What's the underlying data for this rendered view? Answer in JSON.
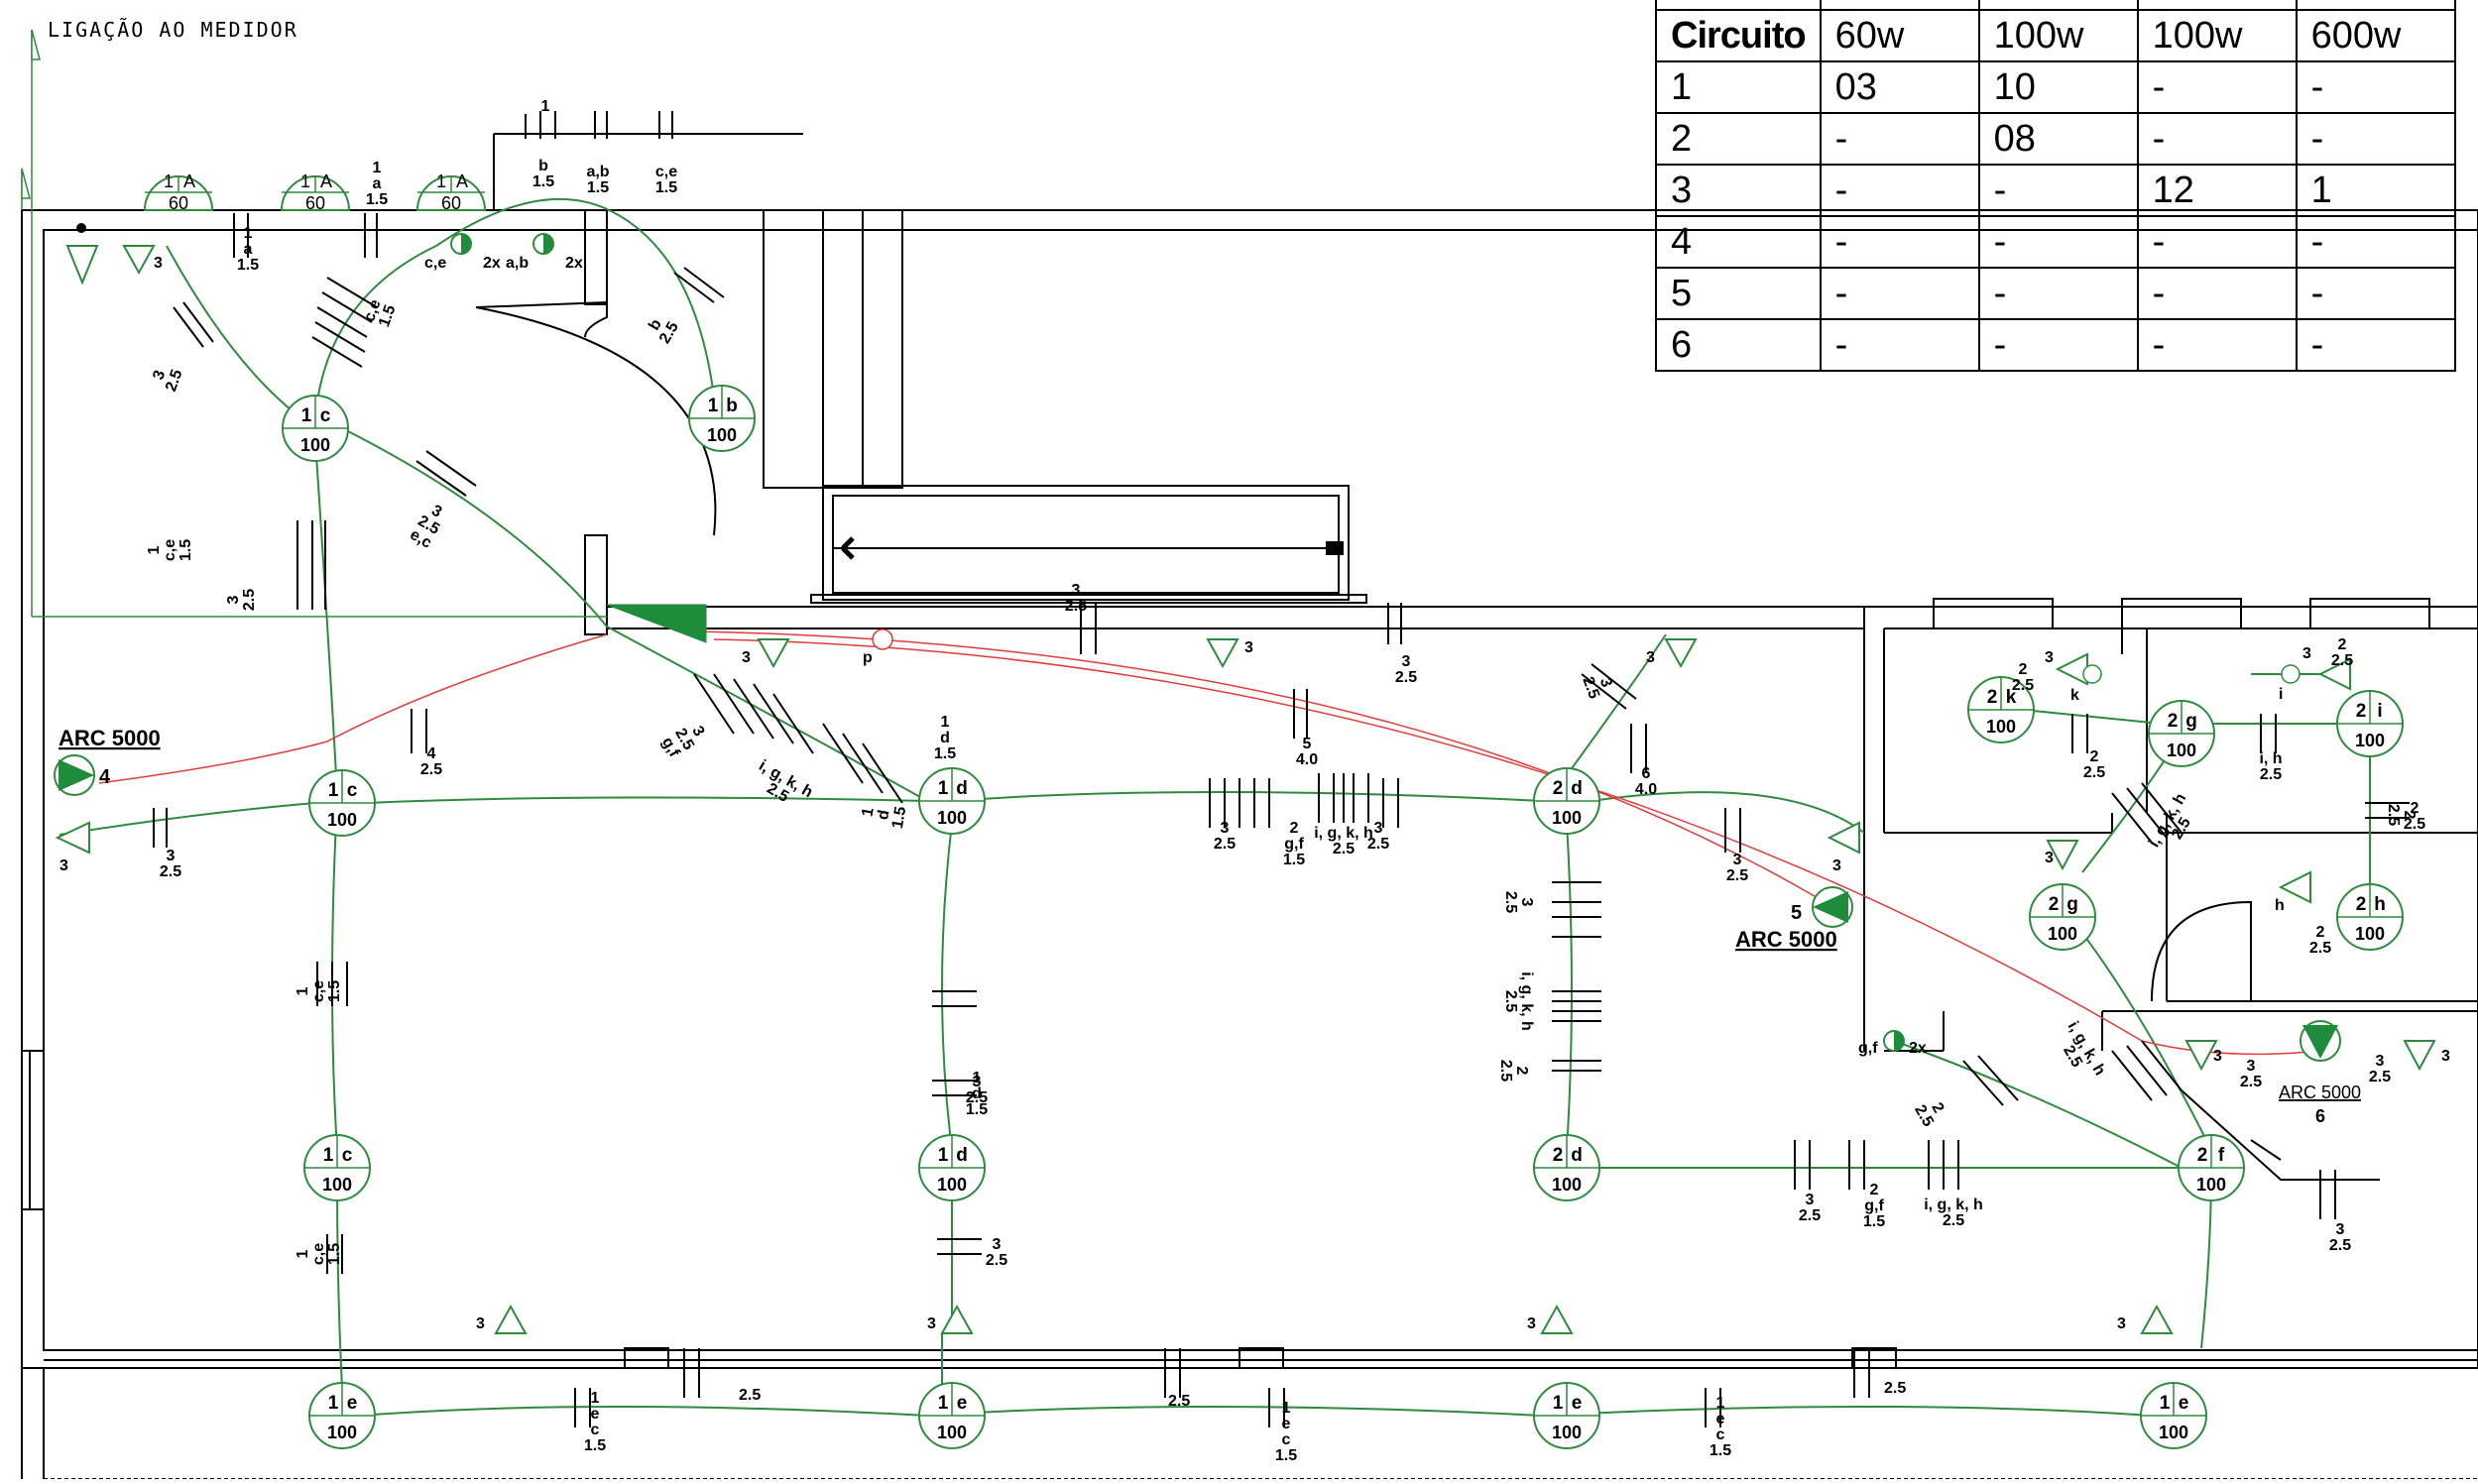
{
  "header_note": "LIGAÇÃO AO MEDIDOR",
  "table": {
    "header_label": "Circuito",
    "columns": [
      "60w",
      "100w",
      "100w",
      "600w"
    ],
    "rows": [
      {
        "circuit": "1",
        "values": [
          "03",
          "10",
          "-",
          "-"
        ]
      },
      {
        "circuit": "2",
        "values": [
          "-",
          "08",
          "-",
          "-"
        ]
      },
      {
        "circuit": "3",
        "values": [
          "-",
          "-",
          "12",
          "1"
        ]
      },
      {
        "circuit": "4",
        "values": [
          "-",
          "-",
          "-",
          "-"
        ]
      },
      {
        "circuit": "5",
        "values": [
          "-",
          "-",
          "-",
          "-"
        ]
      },
      {
        "circuit": "6",
        "values": [
          "-",
          "-",
          "-",
          "-"
        ]
      }
    ]
  },
  "wall_lamps": [
    {
      "circuit": "1",
      "switch": "A",
      "power": "60"
    },
    {
      "circuit": "1",
      "switch": "A",
      "power": "60"
    },
    {
      "circuit": "1",
      "switch": "A",
      "power": "60"
    }
  ],
  "ceiling_lamps": [
    {
      "circuit": "1",
      "switch": "c",
      "power": "100"
    },
    {
      "circuit": "1",
      "switch": "b",
      "power": "100"
    },
    {
      "circuit": "1",
      "switch": "c",
      "power": "100"
    },
    {
      "circuit": "1",
      "switch": "d",
      "power": "100"
    },
    {
      "circuit": "2",
      "switch": "d",
      "power": "100"
    },
    {
      "circuit": "1",
      "switch": "c",
      "power": "100"
    },
    {
      "circuit": "1",
      "switch": "d",
      "power": "100"
    },
    {
      "circuit": "2",
      "switch": "d",
      "power": "100"
    },
    {
      "circuit": "2",
      "switch": "k",
      "power": "100"
    },
    {
      "circuit": "2",
      "switch": "g",
      "power": "100"
    },
    {
      "circuit": "2",
      "switch": "i",
      "power": "100"
    },
    {
      "circuit": "2",
      "switch": "g",
      "power": "100"
    },
    {
      "circuit": "2",
      "switch": "h",
      "power": "100"
    },
    {
      "circuit": "2",
      "switch": "f",
      "power": "100"
    },
    {
      "circuit": "1",
      "switch": "e",
      "power": "100"
    },
    {
      "circuit": "1",
      "switch": "e",
      "power": "100"
    },
    {
      "circuit": "1",
      "switch": "e",
      "power": "100"
    },
    {
      "circuit": "1",
      "switch": "e",
      "power": "100"
    }
  ],
  "ac_units": [
    {
      "label": "ARC 5000",
      "circuit": "4"
    },
    {
      "label": "ARC 5000",
      "circuit": "5"
    },
    {
      "label": "ARC 5000",
      "circuit": "6"
    }
  ],
  "switches": [
    {
      "label": "c,e",
      "count": "2x"
    },
    {
      "label": "a,b",
      "count": "2x"
    },
    {
      "label": "g,f",
      "count": "2x"
    }
  ],
  "point_labels": {
    "p": "p",
    "k": "k",
    "i": "i",
    "h": "h"
  },
  "conduit_labels": {
    "c_a1_5": [
      "1",
      "a",
      "1.5"
    ],
    "b15": [
      "b",
      "1.5"
    ],
    "ab15": [
      "a,b",
      "1.5"
    ],
    "ce15": [
      "c,e",
      "1.5"
    ],
    "s1": "1",
    "s1a15": [
      "1",
      "a",
      "1.5"
    ],
    "s3_25": [
      "3",
      "2.5"
    ],
    "s4_25": [
      "4",
      "2.5"
    ],
    "s5_40": [
      "5",
      "4.0"
    ],
    "s6_40": [
      "6",
      "4.0"
    ],
    "n3": "3",
    "n25": "2.5",
    "n15": "1.5",
    "n2": "2",
    "n1": "1",
    "ce": "c,e",
    "gf15": [
      "g,f",
      "1.5"
    ],
    "igkh25": [
      "i, g, k, h",
      "2.5"
    ],
    "gf2": [
      "2",
      "g,f",
      "1.5"
    ],
    "ec": [
      "1",
      "e",
      "c",
      "1.5"
    ],
    "d15": [
      "1",
      "d",
      "1.5"
    ],
    "b25": [
      "b",
      "2.5"
    ],
    "ec2": [
      "e,c"
    ],
    "i_h_25": [
      "i, h",
      "2.5"
    ],
    "ce2": [
      "1",
      "c,e",
      "1.5"
    ]
  },
  "colors": {
    "circuit_line": "#2e8b3e",
    "ac_line": "#e23b3b",
    "wall": "#000000",
    "fill": "#1e8c3a"
  }
}
